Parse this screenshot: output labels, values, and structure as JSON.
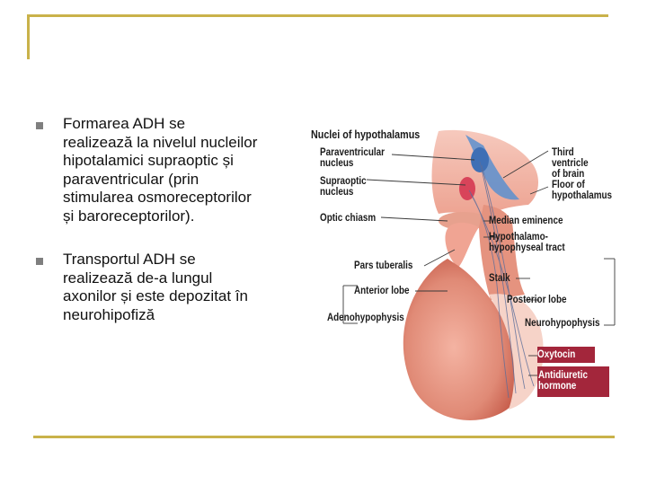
{
  "bullets": [
    {
      "text": "Formarea ADH se\nrealizează la nivelul nucleilor\nhipotalamici supraoptic și\nparaventricular (prin\nstimularea osmoreceptorilor\nși baroreceptorilor)."
    },
    {
      "text": "Transportul ADH se\nrealizează de-a lungul\naxonilor și este depozitat în\nneurohipofiză"
    }
  ],
  "figure": {
    "title": "Nuclei of hypothalamus",
    "labels": {
      "paraventricular": "Paraventricular\nnucleus",
      "supraoptic": "Supraoptic\nnucleus",
      "optic_chiasm": "Optic chiasm",
      "pars_tuberalis": "Pars tuberalis",
      "anterior_lobe": "Anterior lobe",
      "adenohypophysis": "Adenohypophysis",
      "third_ventricle": "Third ventricle\nof brain",
      "floor": "Floor of\nhypothalamus",
      "median_eminence": "Median eminence",
      "hypothalamo_tract": "Hypothalamo-\nhypophyseal tract",
      "stalk": "Stalk",
      "posterior_lobe": "Posterior lobe",
      "neurohypophysis": "Neurohypophysis",
      "oxytocin": "Oxytocin",
      "adh": "Antidiuretic\nhormone"
    },
    "colors": {
      "hormone_box": "#a3263b",
      "gland_tissue": "#e58f7a",
      "brain_tissue": "#f2b7a8",
      "ventricle": "#4f86c6",
      "frame_accent": "#c9b24a"
    }
  }
}
